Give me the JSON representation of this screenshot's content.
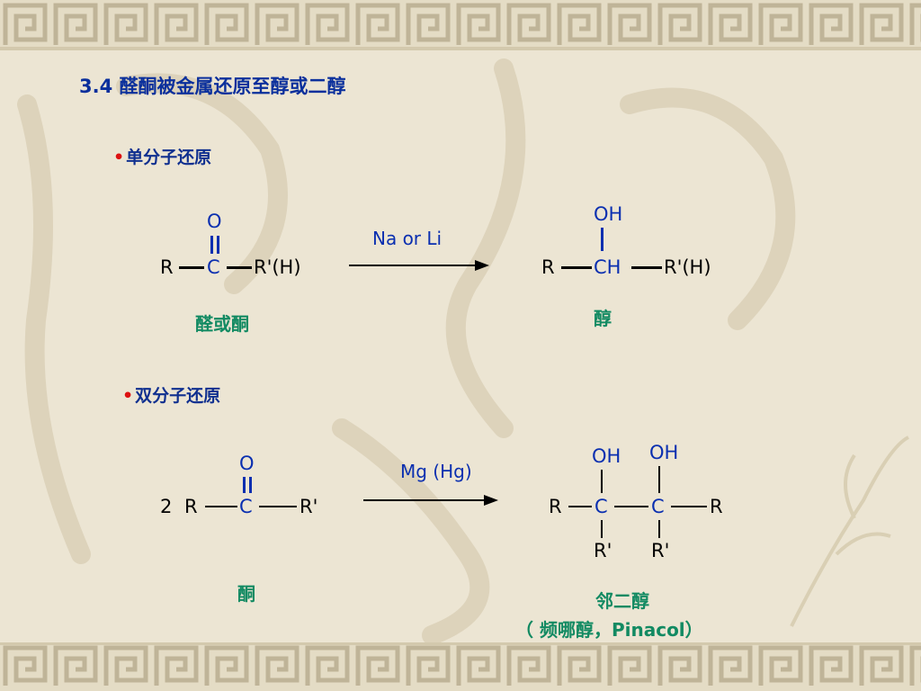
{
  "slide": {
    "title": "3.4 醛酮被金属还原至醇或二醇",
    "section1": {
      "bullet": "•",
      "heading": "单分子还原",
      "reactant": {
        "r_left": "R",
        "center": "C",
        "top": "O",
        "r_right": "R'(H)"
      },
      "condition": "Na or Li",
      "product": {
        "r_left": "R",
        "center": "CH",
        "top": "OH",
        "r_right": "R'(H)"
      },
      "reactant_caption": "醛或酮",
      "product_caption": "醇"
    },
    "section2": {
      "bullet": "•",
      "heading": "双分子还原",
      "reactant": {
        "coef": "2",
        "r_left": "R",
        "center": "C",
        "top": "O",
        "r_right": "R'"
      },
      "condition": "Mg (Hg)",
      "product": {
        "r_left": "R",
        "c1": "C",
        "c2": "C",
        "r_right": "R",
        "oh1": "OH",
        "oh2": "OH",
        "sub1": "R'",
        "sub2": "R'"
      },
      "reactant_caption": "酮",
      "product_caption": "邻二醇",
      "product_caption2": "（ 频哪醇，Pinacol）"
    }
  },
  "colors": {
    "title": "#0a2f9c",
    "heading": "#0f2f8f",
    "caption": "#128a62",
    "atom_blue": "#0a2fb0",
    "bullet_red": "#dd1111",
    "background": "#ece5d3"
  }
}
